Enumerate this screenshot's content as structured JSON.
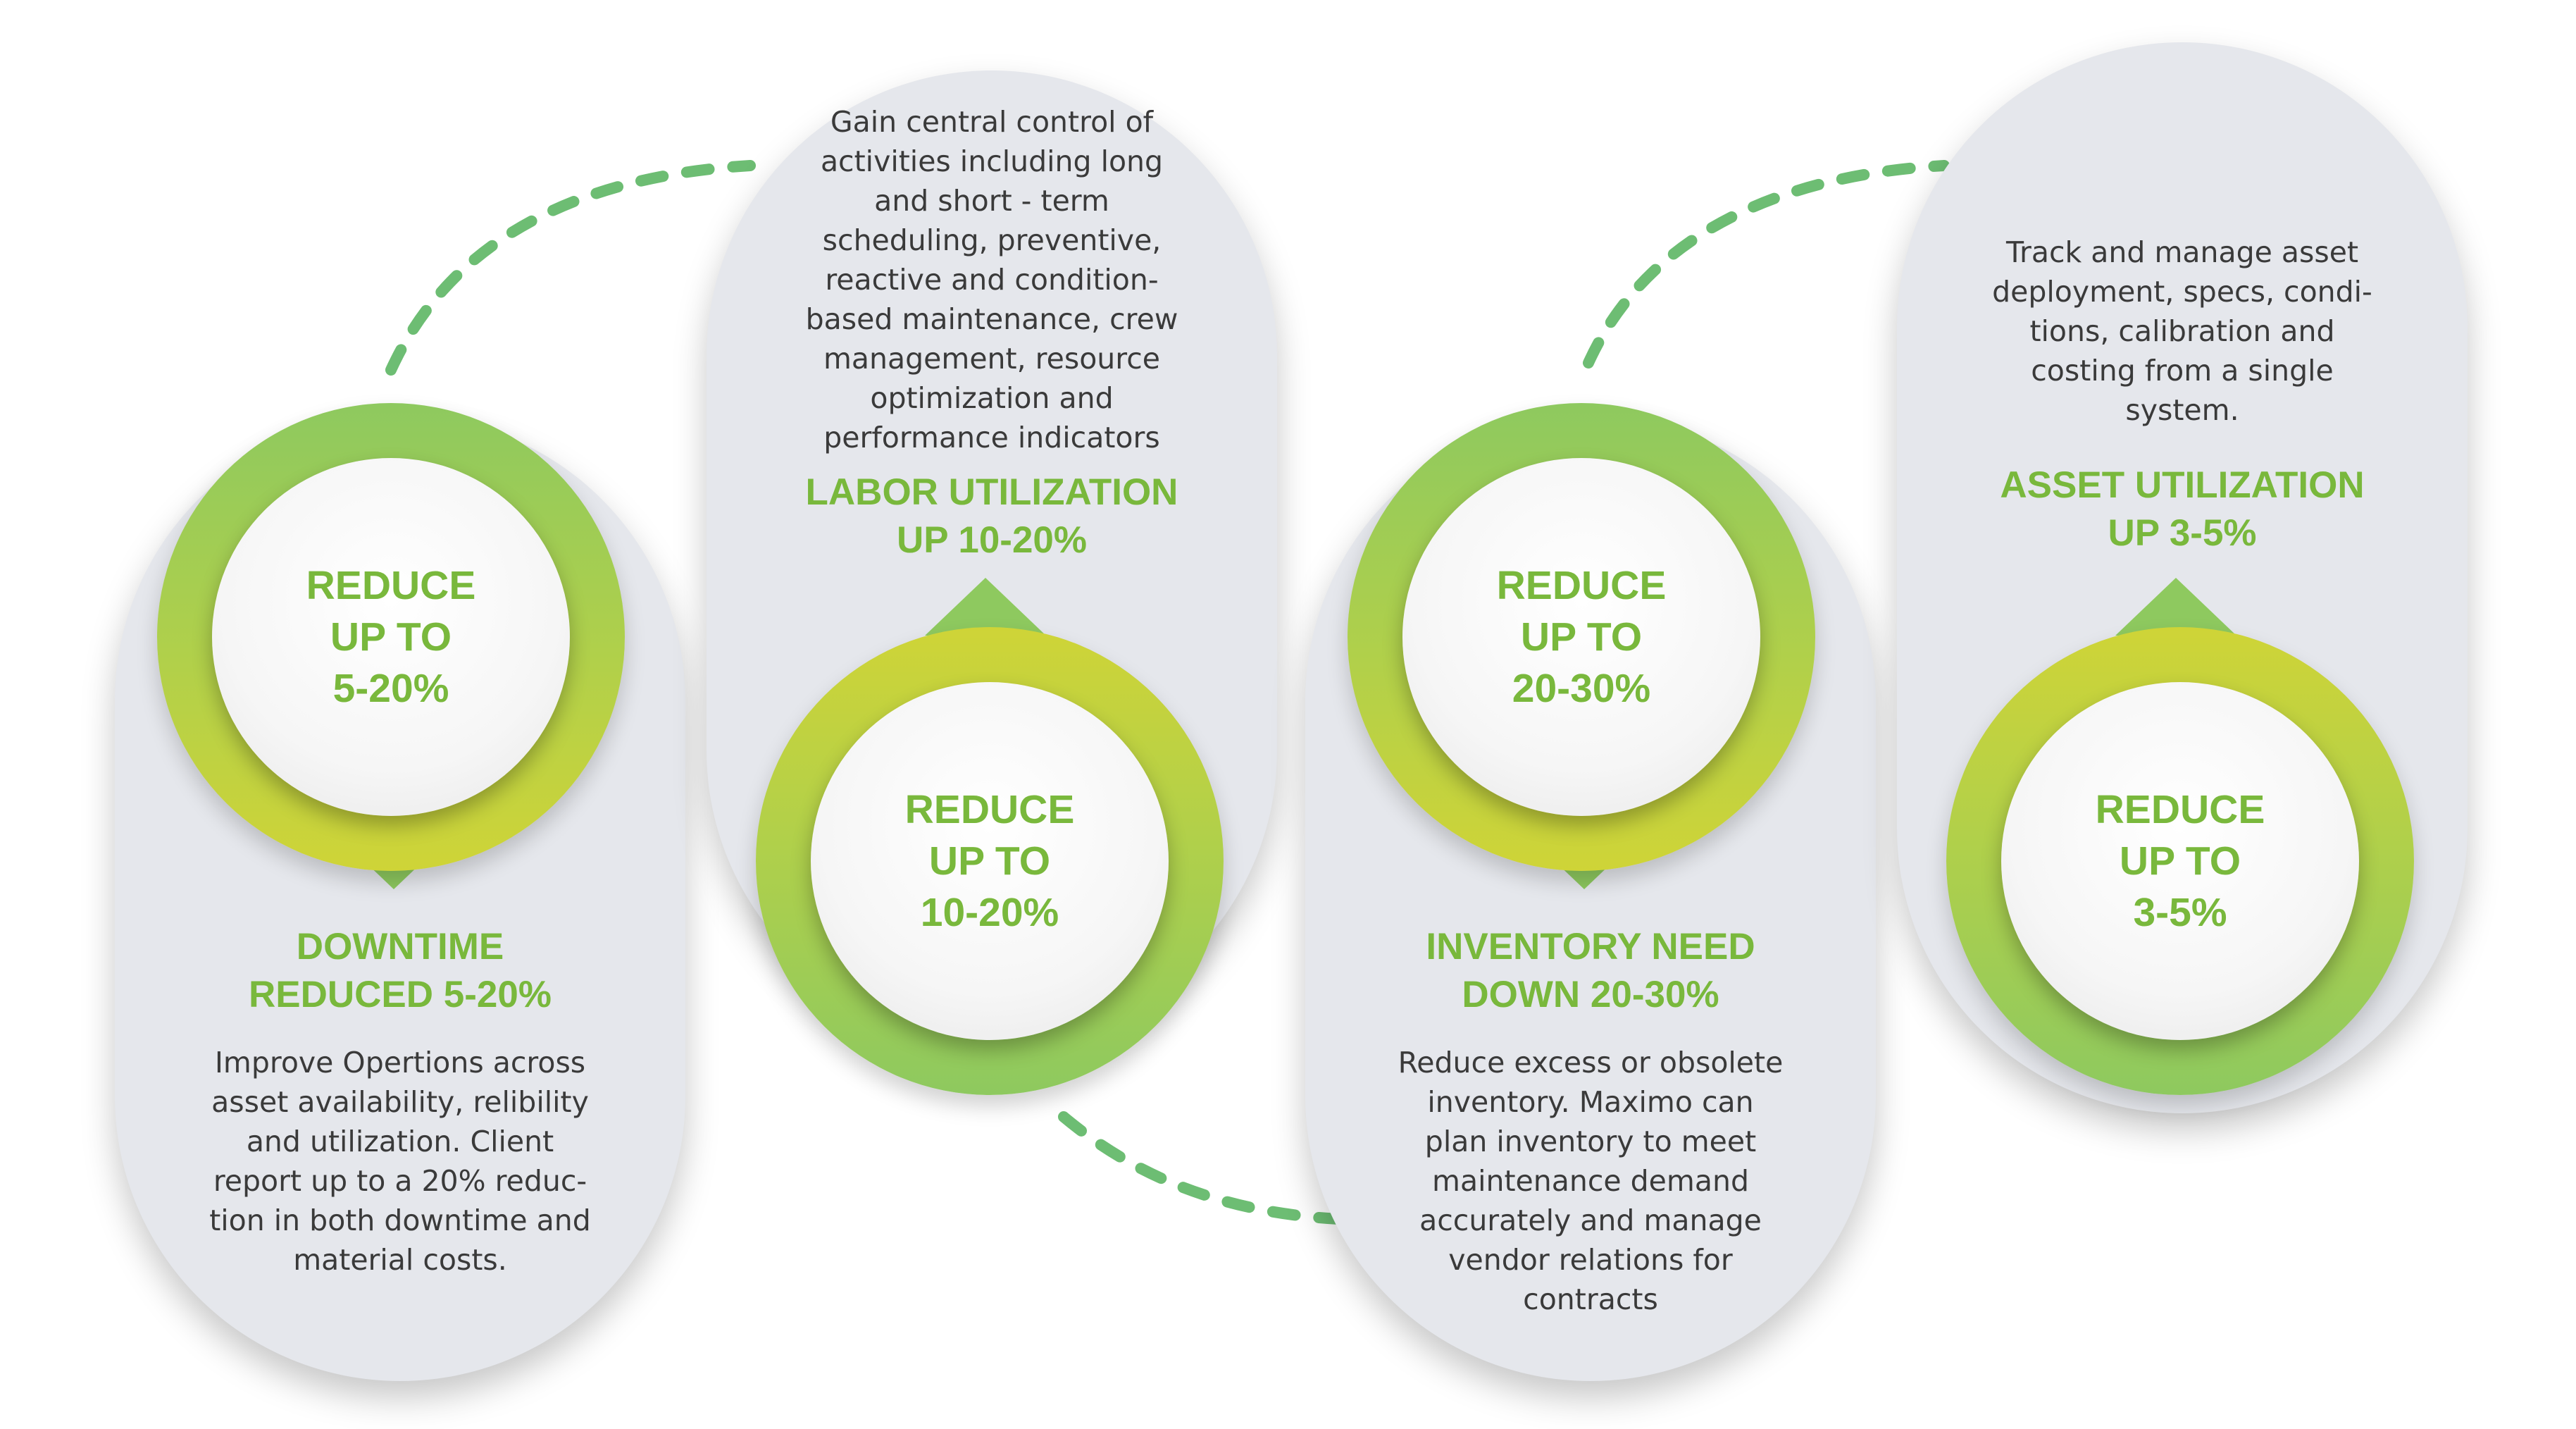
{
  "cards": [
    {
      "badge": "REDUCE\nUP TO\n5-20%",
      "headline": "DOWNTIME\nREDUCED 5-20%",
      "description": "Improve Opertions across\nasset availability, relibility\nand utilization. Client\nreport up to a 20% reduc-\ntion in both downtime and\nmaterial costs."
    },
    {
      "badge": "REDUCE\nUP TO\n10-20%",
      "headline": "LABOR UTILIZATION\nUP 10-20%",
      "description": "Gain central control of\nactivities including long\nand short - term\nscheduling, preventive,\nreactive and condition-\nbased maintenance, crew\nmanagement, resource\noptimization and\nperformance indicators"
    },
    {
      "badge": "REDUCE\nUP TO\n20-30%",
      "headline": "INVENTORY NEED\nDOWN 20-30%",
      "description": "Reduce excess or obsolete\ninventory. Maximo can\nplan inventory to meet\nmaintenance demand\naccurately and manage\nvendor relations for\ncontracts"
    },
    {
      "badge": "REDUCE\nUP TO\n3-5%",
      "headline": "ASSET UTILIZATION\nUP 3-5%",
      "description": "Track and manage asset\ndeployment, specs, condi-\ntions, calibration and\ncosting from a single\nsystem."
    }
  ],
  "colors": {
    "accent_green": "#79b83c",
    "connector_green": "#6dbd73",
    "pill_gray": "#e5e7ec"
  }
}
